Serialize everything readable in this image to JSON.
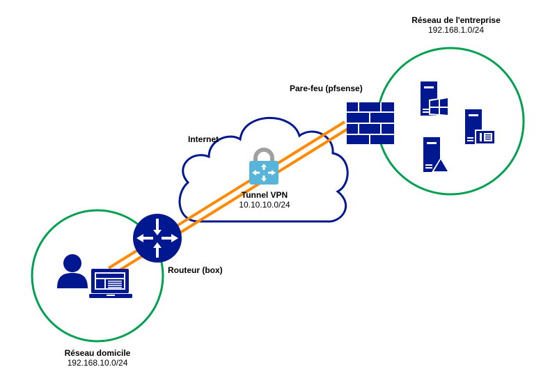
{
  "colors": {
    "network_circle": "#00A050",
    "device_blue": "#00188F",
    "cloud_stroke": "#00188F",
    "tunnel": "#FF8A00",
    "lock_body": "#59B4D9",
    "lock_shackle": "#A0A0A0"
  },
  "enterprise": {
    "title": "Réseau de l'entreprise",
    "subnet": "192.168.1.0/24",
    "servers": [
      "windows-server",
      "web-server",
      "linux-server"
    ]
  },
  "firewall": {
    "label": "Pare-feu (pfsense)"
  },
  "internet": {
    "label": "Internet"
  },
  "vpn": {
    "title": "Tunnel VPN",
    "subnet": "10.10.10.0/24"
  },
  "router": {
    "label": "Routeur (box)"
  },
  "home": {
    "title": "Réseau domicile",
    "subnet": "192.168.10.0/24"
  }
}
